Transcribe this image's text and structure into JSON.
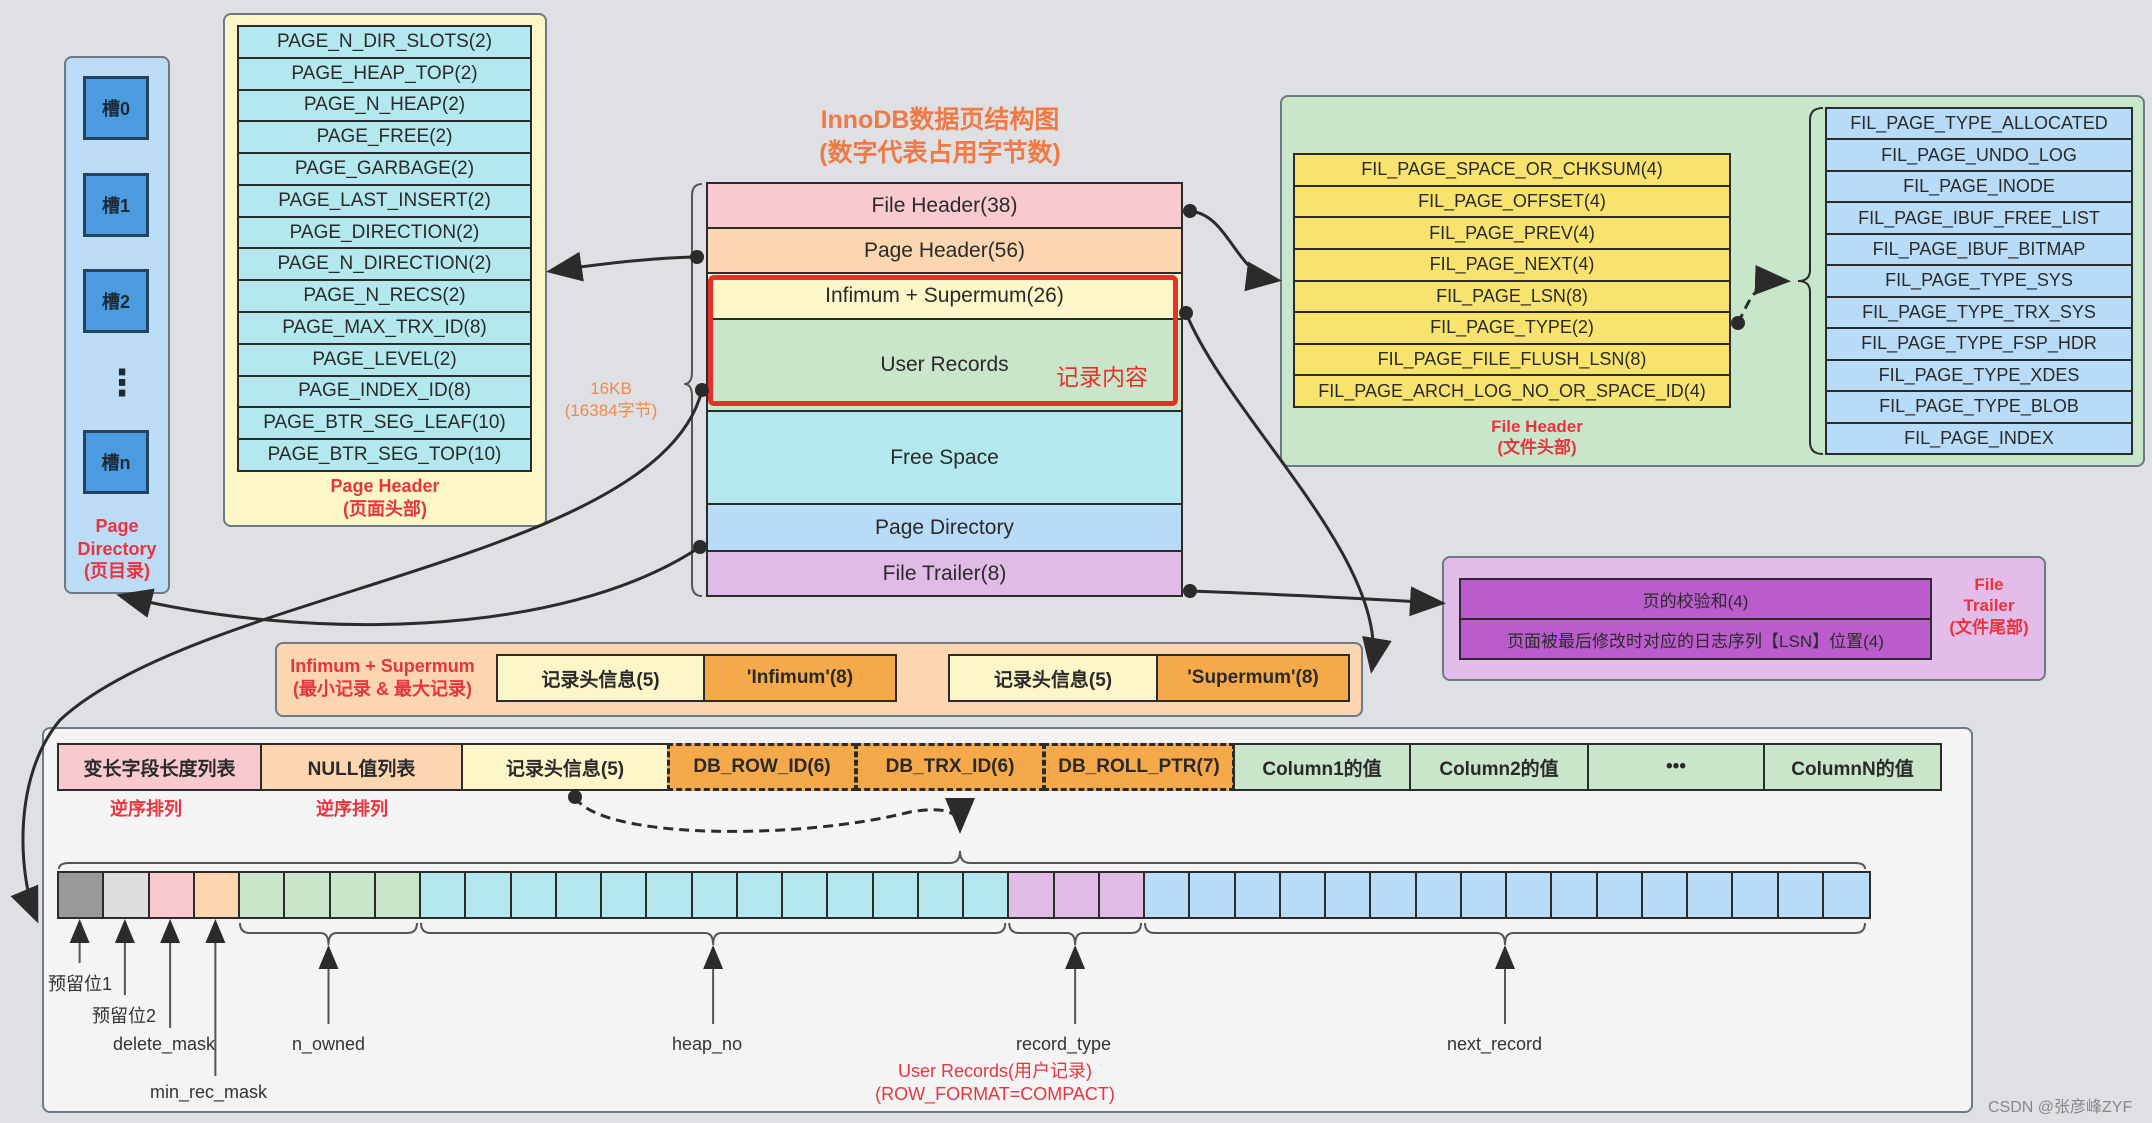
{
  "title": {
    "line1": "InnoDB数据页结构图",
    "line2": "(数字代表占用字节数)"
  },
  "page_size": {
    "line1": "16KB",
    "line2": "(16384字节)"
  },
  "main_block": {
    "sections": [
      {
        "label": "File Header(38)",
        "color": "#f9c9d0"
      },
      {
        "label": "Page Header(56)",
        "color": "#fbd6b0"
      },
      {
        "label": "Infimum + Supermum(26)",
        "color": "#fdf6c8"
      },
      {
        "label": "User Records",
        "color": "#c9e6cb"
      },
      {
        "label": "Free Space",
        "color": "#b2e8ee"
      },
      {
        "label": "Page Directory",
        "color": "#b8dcf7"
      },
      {
        "label": "File Trailer(8)",
        "color": "#e0bbe6"
      }
    ],
    "highlight_label": "记录内容",
    "highlight_color": "#e8302a"
  },
  "page_directory": {
    "slots": [
      "槽0",
      "槽1",
      "槽2",
      "槽n"
    ],
    "ellipsis": "⋮",
    "caption_line1": "Page",
    "caption_line2": "Directory",
    "caption_line3": "(页目录)"
  },
  "page_header": {
    "fields": [
      "PAGE_N_DIR_SLOTS(2)",
      "PAGE_HEAP_TOP(2)",
      "PAGE_N_HEAP(2)",
      "PAGE_FREE(2)",
      "PAGE_GARBAGE(2)",
      "PAGE_LAST_INSERT(2)",
      "PAGE_DIRECTION(2)",
      "PAGE_N_DIRECTION(2)",
      "PAGE_N_RECS(2)",
      "PAGE_MAX_TRX_ID(8)",
      "PAGE_LEVEL(2)",
      "PAGE_INDEX_ID(8)",
      "PAGE_BTR_SEG_LEAF(10)",
      "PAGE_BTR_SEG_TOP(10)"
    ],
    "caption_line1": "Page Header",
    "caption_line2": "(页面头部)"
  },
  "file_header": {
    "fields": [
      "FIL_PAGE_SPACE_OR_CHKSUM(4)",
      "FIL_PAGE_OFFSET(4)",
      "FIL_PAGE_PREV(4)",
      "FIL_PAGE_NEXT(4)",
      "FIL_PAGE_LSN(8)",
      "FIL_PAGE_TYPE(2)",
      "FIL_PAGE_FILE_FLUSH_LSN(8)",
      "FIL_PAGE_ARCH_LOG_NO_OR_SPACE_ID(4)"
    ],
    "caption_line1": "File Header",
    "caption_line2": "(文件头部)",
    "page_types": [
      "FIL_PAGE_TYPE_ALLOCATED",
      "FIL_PAGE_UNDO_LOG",
      "FIL_PAGE_INODE",
      "FIL_PAGE_IBUF_FREE_LIST",
      "FIL_PAGE_IBUF_BITMAP",
      "FIL_PAGE_TYPE_SYS",
      "FIL_PAGE_TYPE_TRX_SYS",
      "FIL_PAGE_TYPE_FSP_HDR",
      "FIL_PAGE_TYPE_XDES",
      "FIL_PAGE_TYPE_BLOB",
      "FIL_PAGE_INDEX"
    ]
  },
  "file_trailer": {
    "fields": [
      "页的校验和(4)",
      "页面被最后修改时对应的日志序列【LSN】位置(4)"
    ],
    "caption_line1": "File",
    "caption_line2": "Trailer",
    "caption_line3": "(文件尾部)"
  },
  "infimum_supermum": {
    "caption_line1": "Infimum + Supermum",
    "caption_line2": "(最小记录 & 最大记录)",
    "infimum": {
      "header": "记录头信息(5)",
      "value": "'Infimum'(8)"
    },
    "supermum": {
      "header": "记录头信息(5)",
      "value": "'Supermum'(8)"
    }
  },
  "user_record": {
    "fields": [
      {
        "label": "变长字段长度列表",
        "color": "#f9c9d0",
        "dashed": false
      },
      {
        "label": "NULL值列表",
        "color": "#fbd6b0",
        "dashed": false
      },
      {
        "label": "记录头信息(5)",
        "color": "#fdf6c8",
        "dashed": false
      },
      {
        "label": "DB_ROW_ID(6)",
        "color": "#f6a94a",
        "dashed": true
      },
      {
        "label": "DB_TRX_ID(6)",
        "color": "#f6a94a",
        "dashed": true
      },
      {
        "label": "DB_ROLL_PTR(7)",
        "color": "#f6a94a",
        "dashed": true
      },
      {
        "label": "Column1的值",
        "color": "#c9e6cb",
        "dashed": false
      },
      {
        "label": "Column2的值",
        "color": "#c9e6cb",
        "dashed": false
      },
      {
        "label": "•••",
        "color": "#c9e6cb",
        "dashed": false
      },
      {
        "label": "ColumnN的值",
        "color": "#c9e6cb",
        "dashed": false
      }
    ],
    "reverse_note": "逆序排列",
    "bit_groups": [
      {
        "name": "预留位1",
        "bits": 1,
        "color": "#999999"
      },
      {
        "name": "预留位2",
        "bits": 1,
        "color": "#dddddd"
      },
      {
        "name": "delete_mask",
        "bits": 1,
        "color": "#f9c9d0"
      },
      {
        "name": "min_rec_mask",
        "bits": 1,
        "color": "#fbd6b0"
      },
      {
        "name": "n_owned",
        "bits": 4,
        "color": "#c9e6cb"
      },
      {
        "name": "heap_no",
        "bits": 13,
        "color": "#b2e8ee"
      },
      {
        "name": "record_type",
        "bits": 3,
        "color": "#e0bbe6"
      },
      {
        "name": "next_record",
        "bits": 16,
        "color": "#b8dcf7"
      }
    ],
    "caption_line1": "User Records(用户记录)",
    "caption_line2": "(ROW_FORMAT=COMPACT)"
  },
  "watermark": "CSDN @张彦峰ZYF"
}
